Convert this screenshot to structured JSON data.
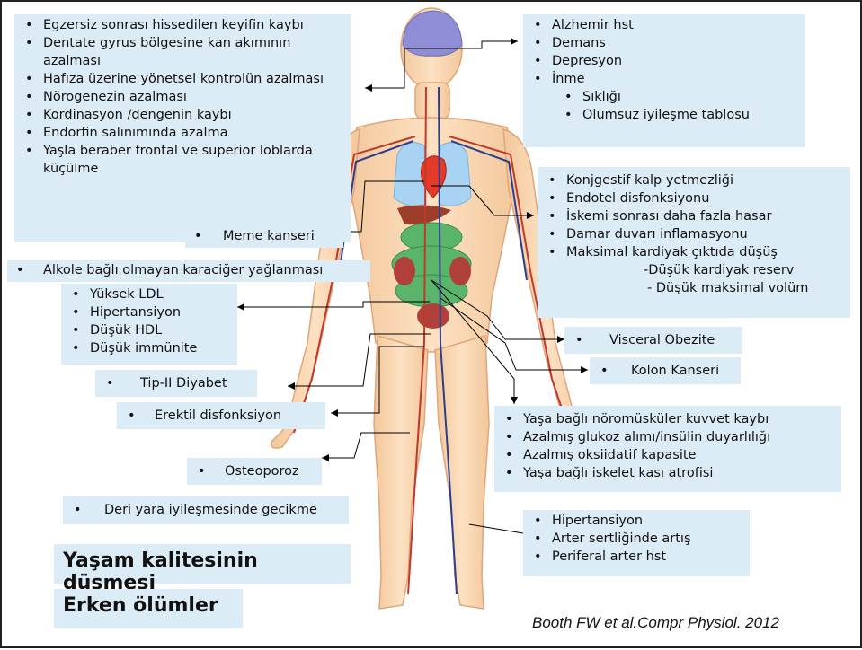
{
  "brain_effects": [
    "Egzersiz sonrası hissedilen keyifin kaybı",
    "Dentate gyrus bölgesine kan akımının azalması",
    "Hafıza üzerine yönetsel kontrolün azalması",
    "Nörogenezin azalması",
    "Kordinasyon /dengenin kaybı",
    "Endorfin salınımında azalma",
    "Yaşla beraber frontal ve  superior loblarda küçülme"
  ],
  "breast": "Meme kanseri",
  "liver": "Alkole bağlı olmayan karaciğer yağlanması",
  "metabolic": [
    "Yüksek LDL",
    "Hipertansiyon",
    "Düşük HDL",
    "Düşük immünite"
  ],
  "diabetes": "Tip-II Diyabet",
  "erectile": "Erektil disfonksiyon",
  "osteoporosis": "Osteoporoz",
  "skin": "Deri yara iyileşmesinde gecikme",
  "outcomes": {
    "quality": "Yaşam kalitesinin düşmesi",
    "death": "Erken ölümler"
  },
  "neuro": {
    "items": [
      "Alzhemir hst",
      "Demans",
      "Depresyon",
      "İnme"
    ],
    "stroke_sub": [
      "Sıklığı",
      "Olumsuz iyileşme tablosu"
    ]
  },
  "cardiac": {
    "items": [
      "Konjgestif kalp yetmezliği",
      "Endotel disfonksiyonu",
      "İskemi sonrası daha fazla hasar",
      "Damar duvarı inflamasyonu",
      "Maksimal kardiyak çıktıda düşüş"
    ],
    "sub": [
      "-Düşük kardiyak reserv",
      "- Düşük maksimal volüm"
    ]
  },
  "visceral": "Visceral Obezite",
  "colon": "Kolon Kanseri",
  "muscle": [
    "Yaşa bağlı nöromüsküler kuvvet kaybı",
    "Azalmış glukoz  alımı/insülin duyarlılığı",
    "Azalmış oksiidatif kapasite",
    "Yaşa bağlı iskelet kası atrofisi"
  ],
  "vascular": [
    "Hipertansiyon",
    "Arter sertliğinde artış",
    "Periferal arter hst"
  ],
  "citation": "Booth FW et al.Compr Physiol. 2012"
}
